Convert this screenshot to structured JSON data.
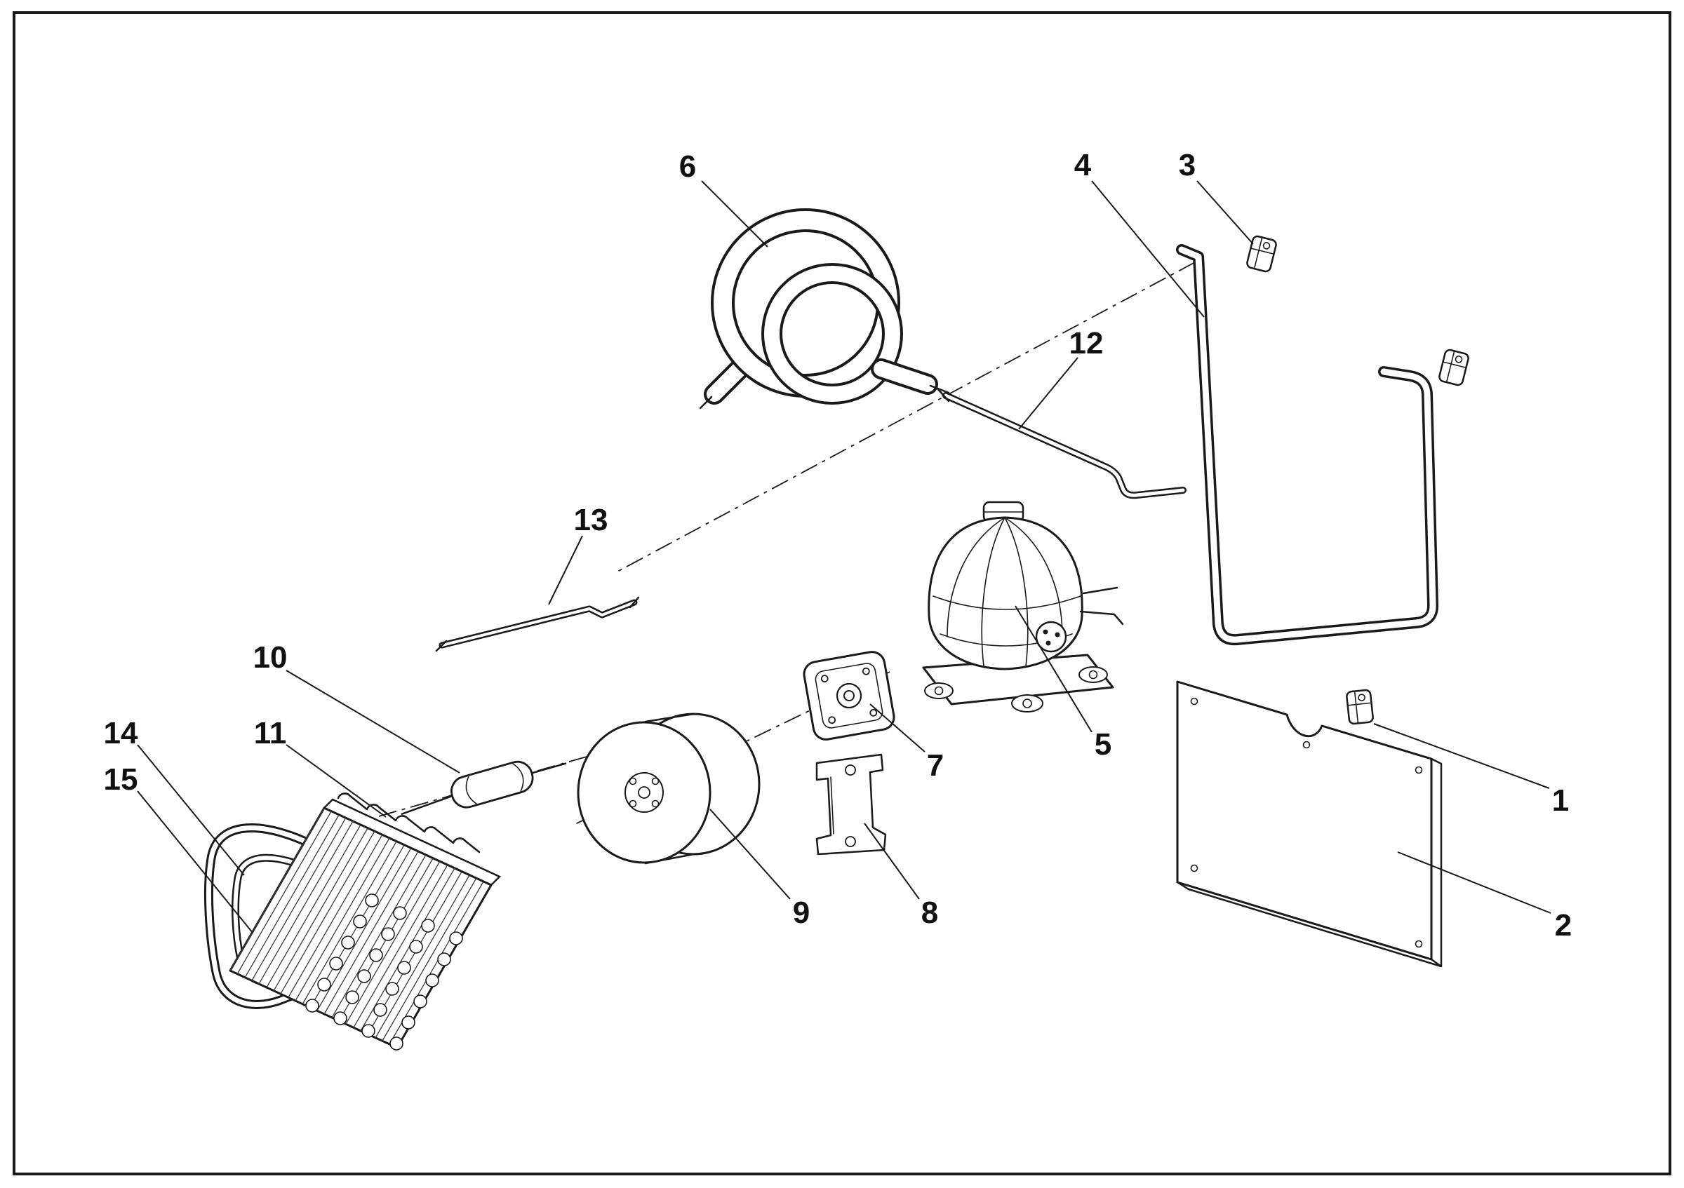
{
  "figure": {
    "background": "#ffffff",
    "line_color": "#1a1a1a"
  },
  "callouts": [
    {
      "label": "1"
    },
    {
      "label": "2"
    },
    {
      "label": "3"
    },
    {
      "label": "4"
    },
    {
      "label": "5"
    },
    {
      "label": "6"
    },
    {
      "label": "7"
    },
    {
      "label": "8"
    },
    {
      "label": "9"
    },
    {
      "label": "10"
    },
    {
      "label": "11"
    },
    {
      "label": "12"
    },
    {
      "label": "13"
    },
    {
      "label": "14"
    },
    {
      "label": "15"
    }
  ]
}
